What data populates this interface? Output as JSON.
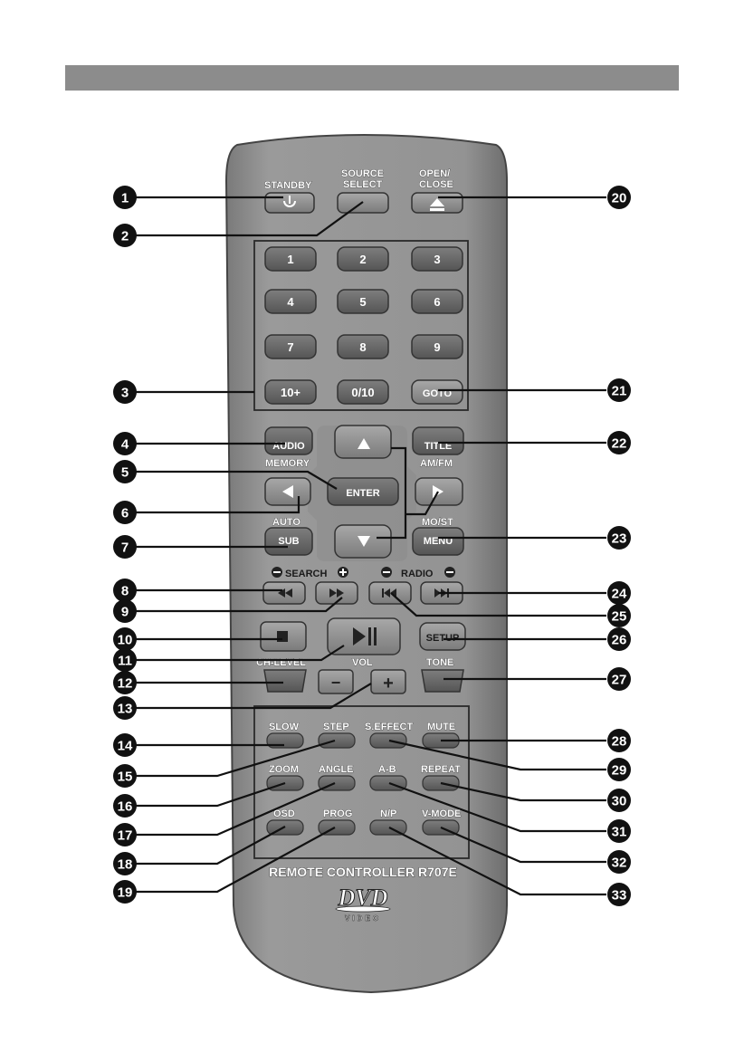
{
  "top_labels": {
    "standby": "STANDBY",
    "source_select_1": "SOURCE",
    "source_select_2": "SELECT",
    "open_close_1": "OPEN/",
    "open_close_2": "CLOSE",
    "memory": "MEMORY",
    "am_fm": "AM/FM",
    "auto": "AUTO",
    "mo_st": "MO/ST",
    "search": "SEARCH",
    "radio": "RADIO",
    "ch_level": "CH-LEVEL",
    "vol": "VOL",
    "tone": "TONE",
    "slow": "SLOW",
    "step": "STEP",
    "s_effect": "S.EFFECT",
    "mute": "MUTE",
    "zoom": "ZOOM",
    "angle": "ANGLE",
    "a_b": "A-B",
    "repeat": "REPEAT",
    "osd": "OSD",
    "prog": "PROG",
    "n_p": "N/P",
    "v_mode": "V-MODE"
  },
  "keypad": [
    "1",
    "2",
    "3",
    "4",
    "5",
    "6",
    "7",
    "8",
    "9",
    "10+",
    "0/10",
    "GOTO"
  ],
  "buttons": {
    "audio": "AUDIO",
    "title": "TITLE",
    "enter": "ENTER",
    "sub": "SUB",
    "menu": "MENU",
    "setup": "SETUP",
    "minus": "−",
    "plus": "+"
  },
  "footer": "REMOTE CONTROLLER R707E",
  "logo": {
    "main": "DVD",
    "sub": "VIDEO"
  },
  "callouts": [
    "1",
    "2",
    "3",
    "4",
    "5",
    "6",
    "7",
    "8",
    "9",
    "10",
    "11",
    "12",
    "13",
    "14",
    "15",
    "16",
    "17",
    "18",
    "19",
    "20",
    "21",
    "22",
    "23",
    "24",
    "25",
    "26",
    "27",
    "28",
    "29",
    "30",
    "31",
    "32",
    "33"
  ],
  "colors": {
    "body": "#8f8f8f",
    "button": "#6a6a6a",
    "header_bar": "#8c8c8c",
    "callout": "#111111"
  }
}
